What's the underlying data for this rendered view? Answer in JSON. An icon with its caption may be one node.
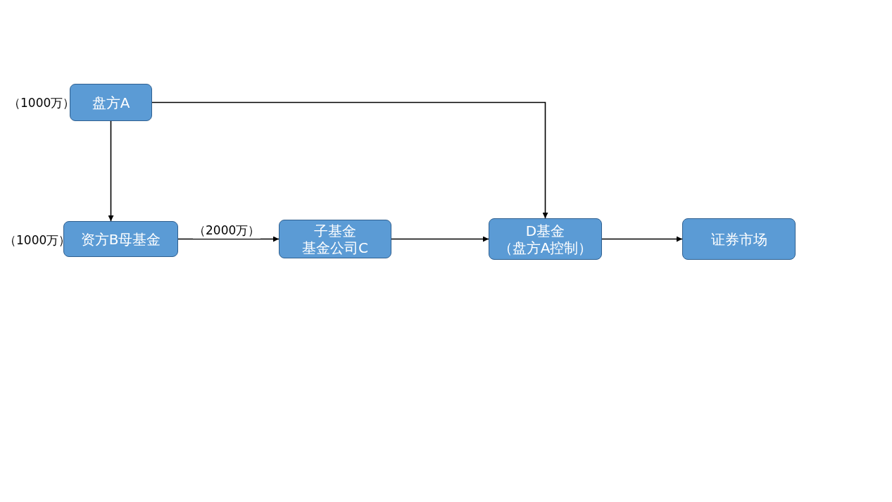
{
  "diagram": {
    "nodes": [
      {
        "text": [
          "盘方A"
        ],
        "beside": [
          "（1000万）"
        ]
      },
      {
        "text": [
          "资方B母基金"
        ],
        "beside": [
          "（1000万）"
        ]
      },
      {
        "text": [
          "子基金",
          "基金公司C"
        ]
      },
      {
        "text": [
          "D基金",
          "（盘方A控制）"
        ]
      },
      {
        "text": [
          "证券市场"
        ]
      }
    ],
    "edges": [
      {
        "from": 0,
        "to": 1,
        "arrow": "to"
      },
      {
        "from": 1,
        "to": 2,
        "arrow": "to",
        "label": "（2000万）"
      },
      {
        "from": 2,
        "to": 3,
        "arrow": "to"
      },
      {
        "from": 0,
        "to": 3,
        "arrow": "to"
      },
      {
        "from": 3,
        "to": 4,
        "arrow": "to"
      }
    ]
  }
}
